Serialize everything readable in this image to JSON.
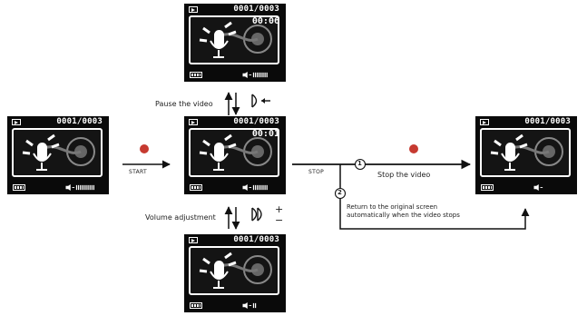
{
  "screens": {
    "left": {
      "counter": "0001/0003",
      "timer": ""
    },
    "top": {
      "counter": "0001/0003",
      "timer": "00:06"
    },
    "center": {
      "counter": "0001/0003",
      "timer": "00:01"
    },
    "bottom": {
      "counter": "0001/0003",
      "timer": ""
    },
    "right": {
      "counter": "0001/0003",
      "timer": ""
    }
  },
  "labels": {
    "start": "START",
    "stop": "STOP",
    "pause": "Pause the video",
    "volume": "Volume adjustment",
    "stop_video": "Stop the video",
    "return_line1": "Return to the original screen",
    "return_line2": "automatically when the video stops",
    "circle1": "1",
    "circle2": "2",
    "plus": "+",
    "minus": "−"
  },
  "colors": {
    "indicator_dot": "#c63a30"
  }
}
